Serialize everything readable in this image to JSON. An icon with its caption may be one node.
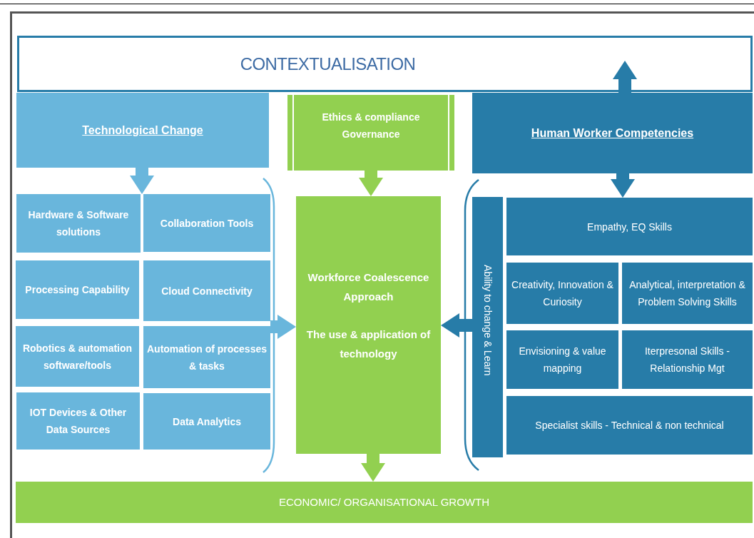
{
  "diagram": {
    "nodes": [
      {
        "text": [
          "CONTEXTUALISATION"
        ]
      },
      {
        "text": [
          "Technological Change"
        ]
      },
      {
        "text": [
          "Ethics & compliance Governance"
        ]
      },
      {
        "text": [
          "Human Worker Competencies"
        ]
      },
      {
        "text": [
          "Hardware & Software solutions"
        ]
      },
      {
        "text": [
          "Collaboration Tools"
        ]
      },
      {
        "text": [
          "Processing Capability"
        ]
      },
      {
        "text": [
          "Cloud Connectivity"
        ]
      },
      {
        "text": [
          "Robotics & automation software/tools"
        ]
      },
      {
        "text": [
          "Automation of processes & tasks"
        ]
      },
      {
        "text": [
          "IOT Devices & Other Data Sources"
        ]
      },
      {
        "text": [
          "Data Analytics"
        ]
      },
      {
        "text": [
          "Workforce Coalescence Approach",
          "The use & application of technology"
        ]
      },
      {
        "text": [
          "Ability to change & Learn"
        ]
      },
      {
        "text": [
          "Empathy, EQ Skills"
        ]
      },
      {
        "text": [
          "Creativity, Innovation & Curiosity"
        ]
      },
      {
        "text": [
          "Analytical, interpretation & Problem Solving Skills"
        ]
      },
      {
        "text": [
          "Envisioning & value mapping"
        ]
      },
      {
        "text": [
          "Iterpresonal Skills - Relationship Mgt"
        ]
      },
      {
        "text": [
          "Specialist skills - Technical & non technical"
        ]
      },
      {
        "text": [
          "ECONOMIC/ ORGANISATIONAL GROWTH"
        ]
      }
    ],
    "edges": [
      {
        "from": 1,
        "to": 4,
        "arrow": "to",
        "color": "#69b6dc"
      },
      {
        "from": 9,
        "to": 12,
        "arrow": "to",
        "color": "#69b6dc"
      },
      {
        "from": 2,
        "to": 12,
        "arrow": "to",
        "color": "#92d050"
      },
      {
        "from": 13,
        "to": 12,
        "arrow": "to",
        "color": "#277ca8"
      },
      {
        "from": 3,
        "to": 0,
        "arrow": "to",
        "color": "#277ca8"
      },
      {
        "from": 3,
        "to": 14,
        "arrow": "to",
        "color": "#277ca8"
      },
      {
        "from": 12,
        "to": 20,
        "arrow": "to",
        "color": "#92d050"
      }
    ]
  }
}
